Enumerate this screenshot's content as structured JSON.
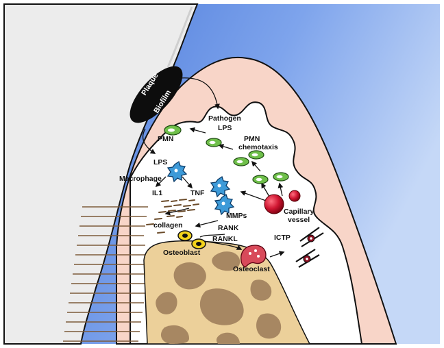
{
  "labels": {
    "plaque": "Plaque",
    "biofilm": "Biofilm",
    "pathogen": "Pathogen",
    "pathogen_lps": "LPS",
    "pmn": "PMN",
    "pmn_chemotaxis_1": "PMN",
    "pmn_chemotaxis_2": "chemotaxis",
    "lps": "LPS",
    "macrophage": "Macrophage",
    "il1": "IL1",
    "tnf": "TNF",
    "capillary_1": "Capillary",
    "capillary_2": "vessel",
    "mmps": "MMPs",
    "collagen": "collagen",
    "rank": "RANK",
    "rankl": "RANKL",
    "ictp": "ICTP",
    "osteoblast": "Osteoblast",
    "osteoclast": "Osteoclast"
  },
  "colors": {
    "background_blue": "#6f98e6",
    "gingiva_pink": "#f8d5c8",
    "tooth_gray": "#ececec",
    "bone_tan": "#ecd09a",
    "marrow_brown": "#a78762",
    "biofilm_black": "#0d0d0d",
    "pmn_green": "#6fbf4a",
    "macrophage_blue": "#3d9ad8",
    "capillary_red": "#c8102e",
    "osteoblast_yellow": "#f3d21b",
    "osteoclast_red": "#d84a5a"
  }
}
